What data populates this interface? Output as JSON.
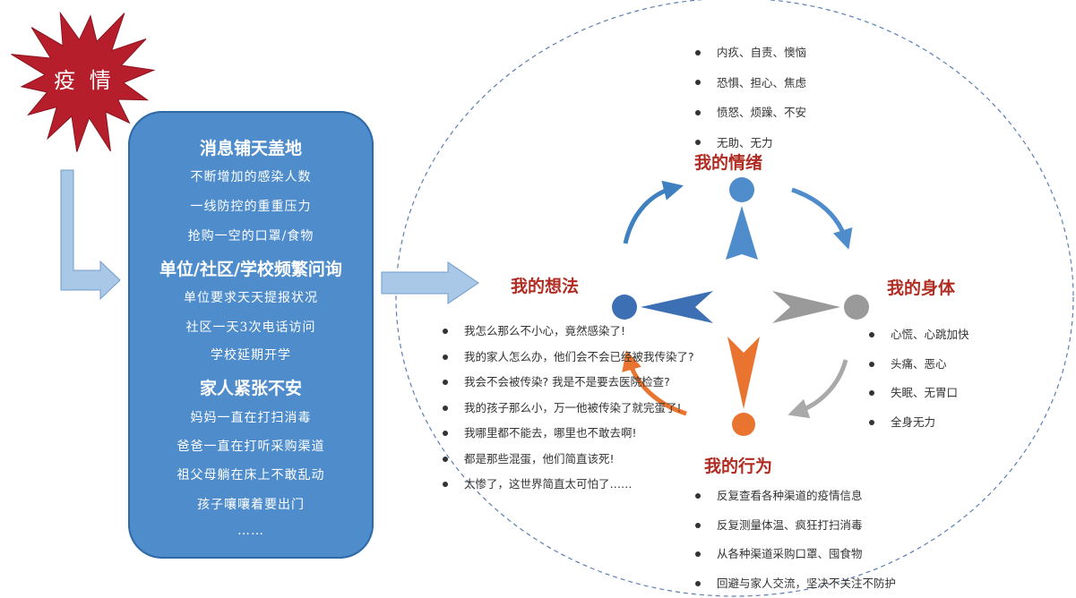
{
  "burst": {
    "label": "疫 情",
    "color": "#b51e2a"
  },
  "info_box": {
    "sections": [
      {
        "heading": "消息铺天盖地",
        "items": [
          "不断增加的感染人数",
          "一线防控的重重压力",
          "抢购一空的口罩/食物"
        ]
      },
      {
        "heading": "单位/社区/学校频繁问询",
        "items": [
          "单位要求天天提报状况",
          "社区一天3次电话访问",
          "学校延期开学"
        ]
      },
      {
        "heading": "家人紧张不安",
        "items": [
          "妈妈一直在打扫消毒",
          "爸爸一直在打听采购渠道",
          "祖父母躺在床上不敢乱动",
          "孩子嚷嚷着要出门",
          "……"
        ]
      }
    ],
    "color": "#4e8ccb"
  },
  "emotion": {
    "title": "我的情绪",
    "items": [
      "内疚、自责、懊恼",
      "恐惧、担心、焦虑",
      "愤怒、烦躁、不安",
      "无助、无力"
    ],
    "color": "#4e8ccb"
  },
  "thought": {
    "title": "我的想法",
    "items": [
      "我怎么那么不小心，竟然感染了!",
      "我的家人怎么办，他们会不会已经被我传染了?",
      "我会不会被传染? 我是不是要去医院检查?",
      "我的孩子那么小，万一他被传染了就完蛋了!",
      "我哪里都不能去，哪里也不敢去啊!",
      "都是那些混蛋，他们简直该死!",
      "太惨了，这世界简直太可怕了……"
    ],
    "color": "#3d6fb4"
  },
  "body": {
    "title": "我的身体",
    "items": [
      "心慌、心跳加快",
      "头痛、恶心",
      "失眠、无胃口",
      "全身无力"
    ],
    "color": "#9a9a9a"
  },
  "behavior": {
    "title": "我的行为",
    "items": [
      "反复查看各种渠道的疫情信息",
      "反复测量体温、疯狂打扫消毒",
      "从各种渠道采购口罩、囤食物",
      "回避与家人交流，坚决不关注不防护"
    ],
    "color": "#e8742f"
  },
  "colors": {
    "title_red": "#b02b22",
    "arrow_light": "#a9c8e8",
    "arrow_light_stroke": "#6f9ccc",
    "ellipse": "#5a7fb0"
  }
}
